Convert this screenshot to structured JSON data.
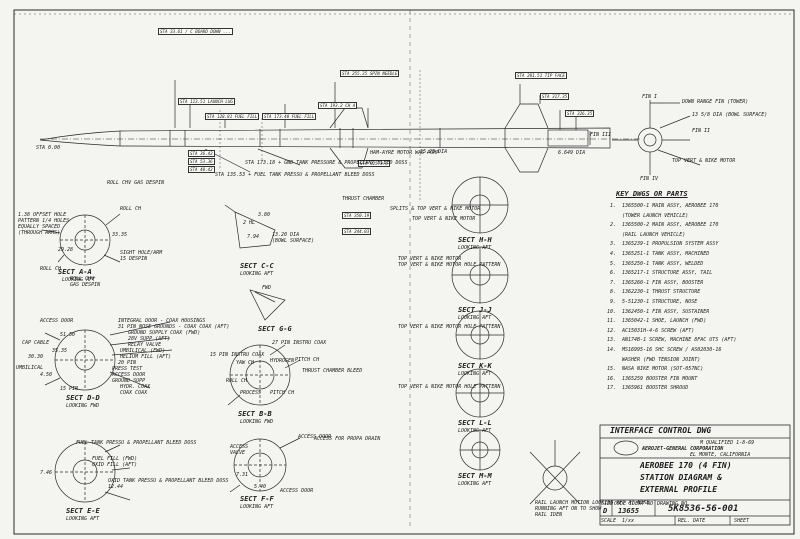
{
  "sheet": {
    "top_callouts": [
      {
        "id": "s1",
        "text": "STA 33.61 / C BOARD DOWN ..."
      },
      {
        "id": "s2",
        "text": "STA 113.51 LAUNCH LUG"
      },
      {
        "id": "s3",
        "text": "STA 128.81 FUEL FILL"
      },
      {
        "id": "s4",
        "text": "STA 173.40 FUEL FILL"
      },
      {
        "id": "s5",
        "text": "STA 193.2 CH A"
      },
      {
        "id": "s6",
        "text": "STA 255.35 SPIN NEEDLE"
      },
      {
        "id": "s7",
        "text": "STA 281.51 TIP FACE"
      },
      {
        "id": "s8",
        "text": "STA 317.35"
      },
      {
        "id": "s9",
        "text": "STA 326.35"
      }
    ],
    "body_labels": {
      "nose_sta": "STA 0.00",
      "dia": "15.25 DIA",
      "fin_tip": "6.649 DIA",
      "motor": "HAM-AYRE MOTOR WAS PUMP",
      "sta_325": "STA 325.3.6",
      "sta_36_42": "STA 36.42",
      "sta_53_36": "STA 53.36",
      "sta_40_42": "STA 40.42",
      "chamber": "THRUST CHAMBER",
      "sta_350": "STA 350.19",
      "sta_244": "STA 244.03",
      "tank_bleed": "STA 173.18 + GND TANK PRESSURE & PROPELLANT BLEED DOSS",
      "tank_bleed2": "STA 135.53 + FUEL TANK PRESSU & PROPELLANT BLEED DOSS"
    },
    "fin_view": {
      "title": "FIN I",
      "labels": [
        "DOWN RANGE FIN (TOWER)",
        "13 5/8 DIA (BOWL SURFACE)",
        "FIN II",
        "TOP VERT & NIKE MOTOR",
        "FIN III",
        "FIN IV"
      ]
    },
    "key_dwgs": {
      "title": "KEY DWGS OR PARTS",
      "items": [
        {
          "n": "1.",
          "text": "1365500-1  MAIN ASSY, AEROBEE 170"
        },
        {
          "n": "",
          "text": "(TOWER LAUNCH VEHICLE)"
        },
        {
          "n": "2.",
          "text": "1365500-2  MAIN ASSY, AEROBEE 170"
        },
        {
          "n": "",
          "text": "(RAIL LAUNCH VEHICLE)"
        },
        {
          "n": "3.",
          "text": "1365239-1  PROPULSION SYSTEM ASSY"
        },
        {
          "n": "4.",
          "text": "1365251-1  TANK ASSY, MACHINED"
        },
        {
          "n": "5.",
          "text": "1365250-1  TANK ASSY, WELDED"
        },
        {
          "n": "6.",
          "text": "1365217-1  STRUCTURE ASSY, TAIL"
        },
        {
          "n": "7.",
          "text": "1365260-1  FIN ASSY, BOOSTER"
        },
        {
          "n": "8.",
          "text": "1362230-1  THRUST STRUCTURE"
        },
        {
          "n": "9.",
          "text": "5-51230-1  STRUCTURE, NOSE"
        },
        {
          "n": "10.",
          "text": "1362450-1  FIN ASSY, SUSTAINER"
        },
        {
          "n": "11.",
          "text": "1365042-1  SHOE, LAUNCH (FWD)"
        },
        {
          "n": "12.",
          "text": "AC15031H-4-6 SCREW (AFT)"
        },
        {
          "n": "13.",
          "text": "AN174B-1  SCREW, MACHINE 8FAC UTS (AFT)"
        },
        {
          "n": "14.",
          "text": "MS16995-16 SHC SCREW / AS02030-16"
        },
        {
          "n": "",
          "text": "WASHER (FWD TENSION JOINT)"
        },
        {
          "n": "15.",
          "text": "NASA NIKE MOTOR (SOT-057NC)"
        },
        {
          "n": "16.",
          "text": "1365259 BOOSTER FIN MOUNT"
        },
        {
          "n": "17.",
          "text": "1365961 BOOSTER SHROUD"
        }
      ]
    },
    "sections": [
      {
        "title": "SECT A-A",
        "sub": "LOOKING AFT"
      },
      {
        "title": "SECT B-B",
        "sub": "LOOKING FWD"
      },
      {
        "title": "SECT C-C",
        "sub": "LOOKING AFT"
      },
      {
        "title": "SECT D-D",
        "sub": "LOOKING FWD"
      },
      {
        "title": "SECT E-E",
        "sub": "LOOKING AFT"
      },
      {
        "title": "SECT F-F",
        "sub": "LOOKING AFT"
      },
      {
        "title": "SECT G-G",
        "sub": ""
      },
      {
        "title": "SECT H-H",
        "sub": "LOOKING AFT"
      },
      {
        "title": "SECT J-J",
        "sub": "LOOKING AFT"
      },
      {
        "title": "SECT K-K",
        "sub": "LOOKING AFT"
      },
      {
        "title": "SECT L-L",
        "sub": "LOOKING AFT"
      },
      {
        "title": "SECT M-M",
        "sub": "LOOKING AFT"
      }
    ],
    "section_notes": {
      "aa": [
        "ROLL CHV GAS DESPIN",
        "ROLL CH",
        "1.38 OFFSET HOLE",
        "PATTERN 1/4 HOLES",
        "EQUALLY SPACED",
        "(THROUGH ARMS)",
        "SIGHT HOLE/ARM",
        "15 DESPIN",
        "ROLL CH",
        "ROLL CHV",
        "GAS DESPIN",
        "33.35",
        "29.28"
      ],
      "cc": [
        "3.80",
        "2 HL",
        "7.94",
        "13.20 DIA",
        "(BOWL SURFACE)",
        "FWD"
      ],
      "dd": [
        "INTEGRAL DOOR - COAX HOUSINGS",
        "31 PIN NOSE GROUNDS - COAX COAX (AFT)",
        "GROUND SUPPLY COAX (FWD)",
        "28V SUPP (AFT)",
        "RELAY VALVE",
        "UMBILICAL (FWD)",
        "HELIUM FILL (AFT)",
        "20 PIN",
        "UMBILICAL",
        "PRESS TEST",
        "ACCESS DOOR",
        "GROUND SUPP",
        "HYDR. COAX",
        "15 PIN",
        "COAX COAX",
        "ACCESS DOOR",
        "CAP CABLE",
        "51.50",
        "30.30",
        "35.35",
        "4.50"
      ],
      "ee": [
        "FUEL TANK PRESSU & PROPELLANT BLEED DOSS",
        "FUEL FILL (FWD)",
        "OXID FILL (AFT)",
        "OXID TANK PRESSU & PROPELLANT BLEED DOSS",
        "12.44",
        "7.46"
      ],
      "bb": [
        "27 PIN INSTRU COAX",
        "15 PIN INSTRU COAX",
        "PITCH CH",
        "HYDROGEN",
        "THRUST CHAMBER BLEED",
        "YAW CH",
        "ROLL CH",
        "PROCESS",
        "PITCH CH"
      ],
      "ff": [
        "ACCESS DOOR",
        "ACCESS FOR PROPA DRAIN",
        "ACCESS DOOR",
        "ACCESS",
        "VALVE",
        "7.31",
        "5.40"
      ],
      "hh": [
        "SPLITS & TOP VERT & NIKE MOTOR",
        "TOP VERT & NIKE MOTOR"
      ],
      "jj": [
        "TOP VERT & NIKE MOTOR",
        "TOP VERT & NIKE MOTOR HOLE PATTERN"
      ],
      "kk": [
        "TOP VERT & NIKE MOTOR HOLE PATTERN"
      ],
      "ll": [
        "TOP VERT & NIKE MOTOR HOLE PATTERN"
      ],
      "mm": [
        "RAIL LAUNCH MOTION LOOKING AFT AT NIKE",
        "RUNNING AFT ON TO SHOW",
        "RAIL IDEN"
      ]
    },
    "title_block": {
      "drawing_title": "INTERFACE CONTROL DWG",
      "company": "AEROJET-GENERAL CORPORATION",
      "company_loc": "EL MONTE, CALIFORNIA",
      "approved": "M QUALIFIED 1-8-69",
      "title_line1": "AEROBEE 170 (4 FIN)",
      "title_line2": "STATION DIAGRAM &",
      "title_line3": "EXTERNAL PROFILE",
      "size_label": "SIZE",
      "size": "D",
      "code_label": "CODE IDENT NO",
      "code": "13655",
      "dwg_label": "DRAWING NO",
      "dwg_no": "5K8536-56-001",
      "scale_label": "SCALE",
      "scale": "1/xx",
      "rel_label": "REL. DATE",
      "sheet_label": "SHEET"
    }
  }
}
